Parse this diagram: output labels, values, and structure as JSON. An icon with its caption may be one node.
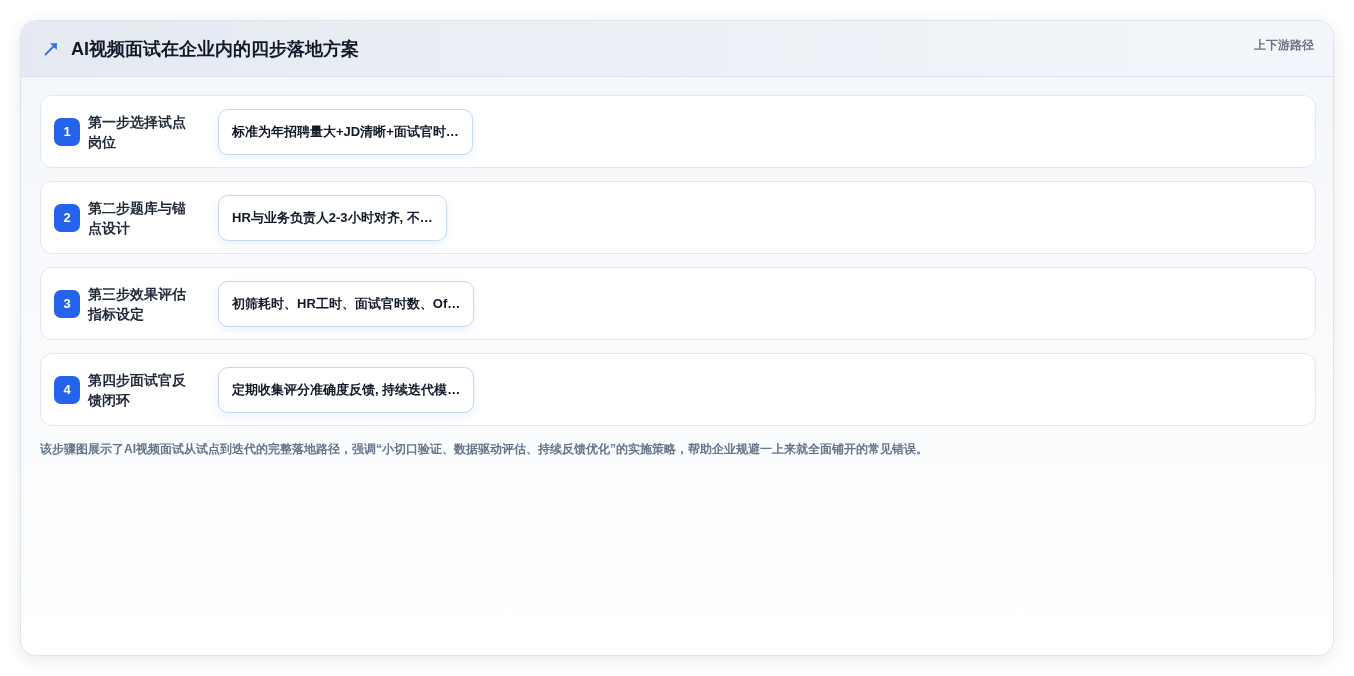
{
  "diagram": {
    "title": "AI视频面试在企业内的四步落地方案",
    "caption": "该步骤图展示了AI视频面试从试点到迭代的完整落地路径，强调“小切口验证、数据驱动评估、持续反馈优化”的实施策略，帮助企业规避一上来就全面铺开的常见错误。",
    "nodes": [
      {
        "text": [
          "第一步选择试点岗位"
        ]
      },
      {
        "text": [
          "1"
        ],
        "in": 0
      },
      {
        "text": [
          "标准为年招聘量大+JD清晰+面试官时…"
        ],
        "in": 0
      },
      {
        "text": [
          "第二步题库与锚点设计"
        ]
      },
      {
        "text": [
          "2"
        ],
        "in": 3
      },
      {
        "text": [
          "HR与业务负责人2-3小时对齐, 不…"
        ],
        "in": 3
      },
      {
        "text": [
          "第三步效果评估指标设定"
        ]
      },
      {
        "text": [
          "3"
        ],
        "in": 6
      },
      {
        "text": [
          "初筛耗时、HR工时、面试官时数、Of…"
        ],
        "in": 6
      },
      {
        "text": [
          "第四步面试官反馈闭环"
        ]
      },
      {
        "text": [
          "4"
        ],
        "in": 9
      },
      {
        "text": [
          "定期收集评分准确度反馈, 持续迭代模…"
        ],
        "in": 9
      }
    ],
    "labels": [
      "上下游路径"
    ]
  }
}
